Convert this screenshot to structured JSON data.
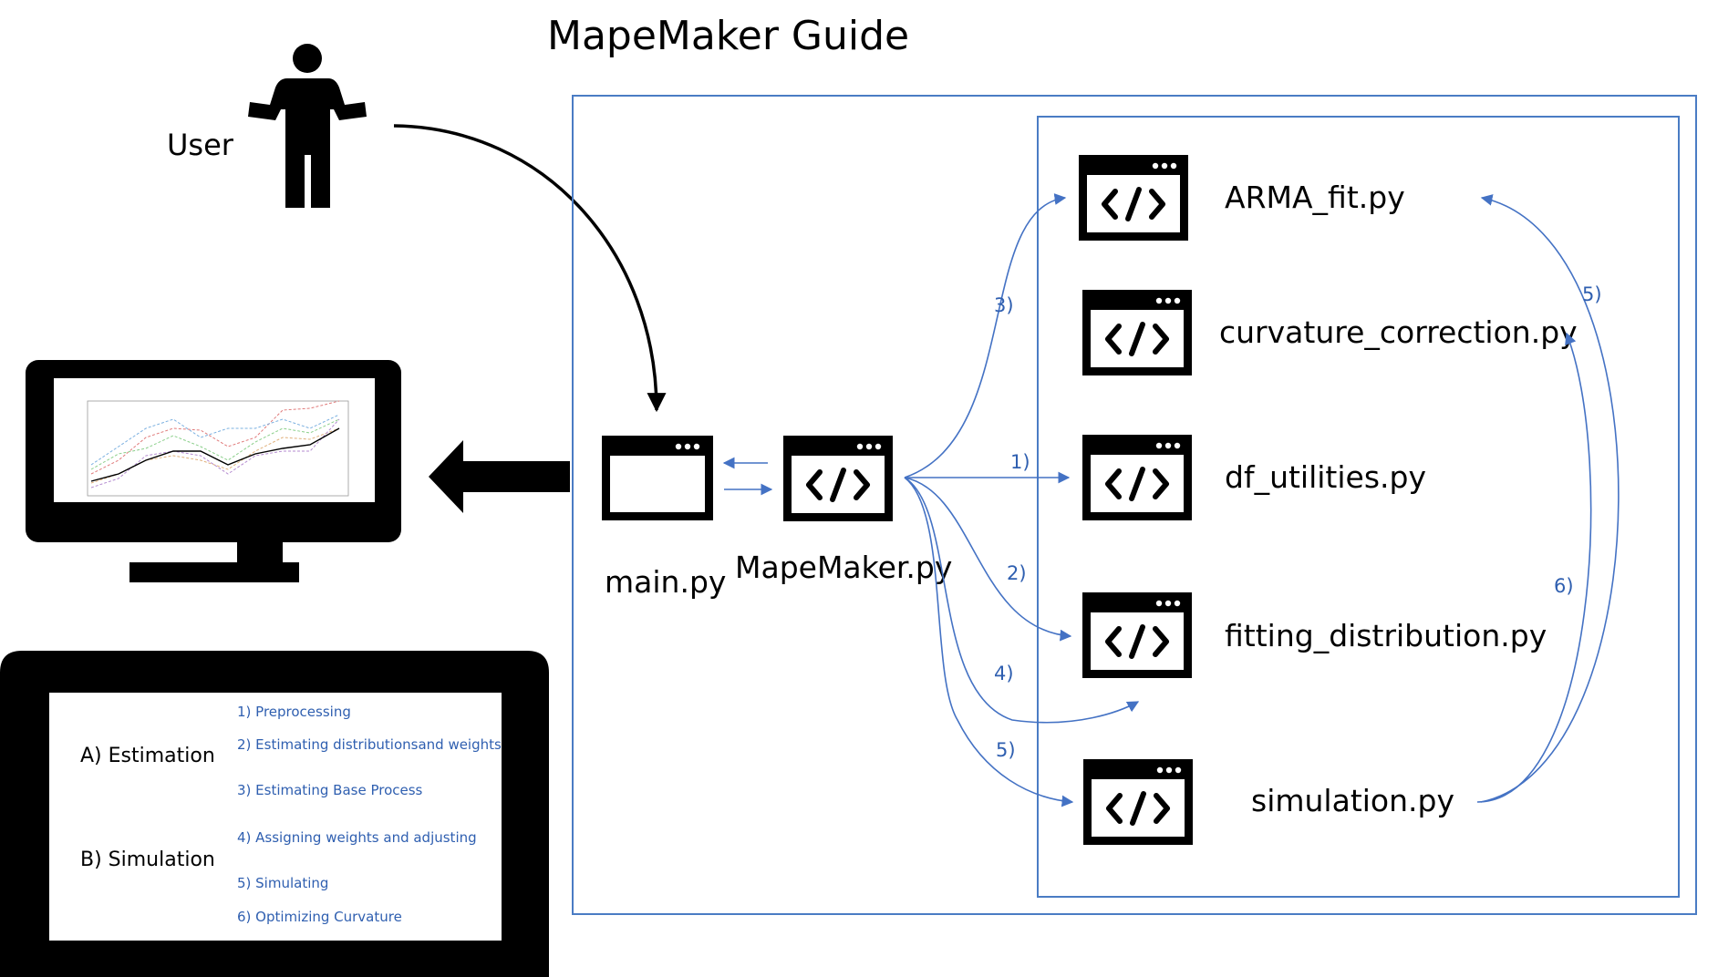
{
  "title": "MapeMaker Guide",
  "user_label": "User",
  "main_label": "main.py",
  "mapemaker_label": "MapeMaker.py",
  "modules": [
    {
      "label": "ARMA_fit.py",
      "step": "3)"
    },
    {
      "label": "curvature_correction.py",
      "step": ""
    },
    {
      "label": "df_utilities.py",
      "step": "1)"
    },
    {
      "label": "fitting_distribution.py",
      "step": "2)"
    },
    {
      "label": "simulation.py",
      "step": "5)"
    }
  ],
  "extra_steps": {
    "four": "4)",
    "right_five": "5)",
    "right_six": "6)"
  },
  "legend": {
    "estimation_label": "A) Estimation",
    "simulation_label": "B) Simulation",
    "steps": [
      "1) Preprocessing",
      "2) Estimating distributionsand weights",
      "3) Estimating Base Process",
      "4) Assigning weights and adjusting",
      "5) Simulating",
      "6) Optimizing Curvature"
    ]
  },
  "colors": {
    "blue_box": "#4a7cc4",
    "arrow_blue": "#4472c4",
    "step_text": "#2f5fb0"
  }
}
